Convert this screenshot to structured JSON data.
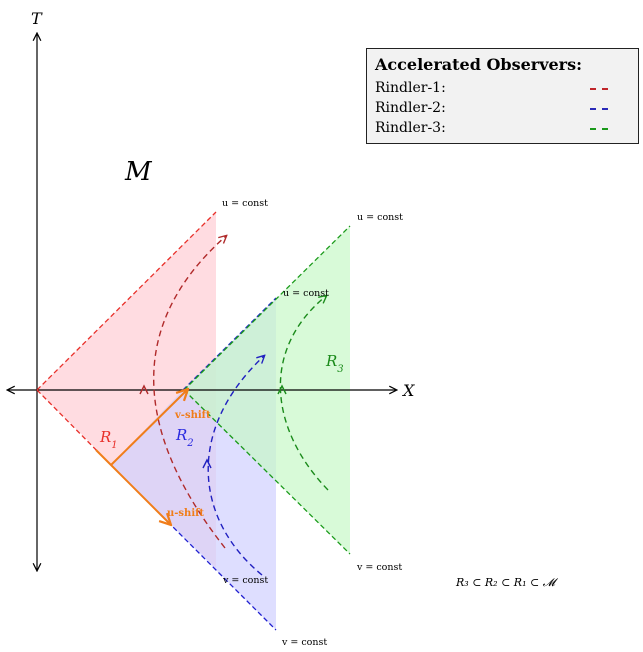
{
  "axes": {
    "t_label": "T",
    "x_label": "X"
  },
  "manifold_label": "M",
  "regions": [
    {
      "label": "R",
      "sub": "1",
      "color": "#e8302a"
    },
    {
      "label": "R",
      "sub": "2",
      "color": "#2a2ae0"
    },
    {
      "label": "R",
      "sub": "3",
      "color": "#1a8a1a"
    }
  ],
  "null_lines": {
    "u": "u = const",
    "v": "v = const"
  },
  "shifts": {
    "v": "v-shift",
    "u": "u-shift"
  },
  "legend": {
    "title": "Accelerated Observers:",
    "items": [
      {
        "label": "Rindler-1:",
        "color": "#c0262a"
      },
      {
        "label": "Rindler-2:",
        "color": "#2a2ab8"
      },
      {
        "label": "Rindler-3:",
        "color": "#1a9a1a"
      }
    ]
  },
  "caption": "R₃ ⊂ R₂ ⊂ R₁ ⊂ 𝓜",
  "colors": {
    "r1_fill": "#ffd6dc",
    "r2_fill": "#d6d6ff",
    "r3_fill": "#d4ffd4",
    "r1_edge": "#e8302a",
    "r2_edge": "#2020d0",
    "r3_edge": "#1a9a1a",
    "shift": "#f07d1a"
  }
}
